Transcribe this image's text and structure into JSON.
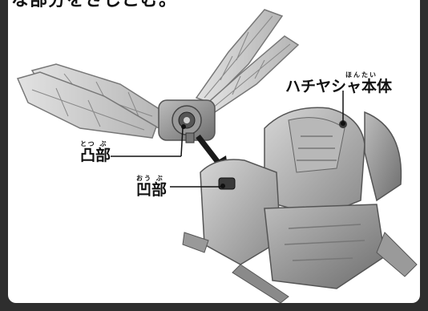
{
  "page": {
    "heading": "な部分をさしこむ。"
  },
  "labels": {
    "body": {
      "text": "ハチヤシャ本体",
      "ruby": "ほんたい"
    },
    "convex": {
      "text": "凸部",
      "ruby": "とつ ぶ"
    },
    "concave": {
      "text": "凹部",
      "ruby": "おう ぶ"
    }
  },
  "colors": {
    "background": "#2e2e2e",
    "panel": "#ffffff",
    "arrow": "#1a1a1a",
    "model": "#8c8c8c"
  }
}
